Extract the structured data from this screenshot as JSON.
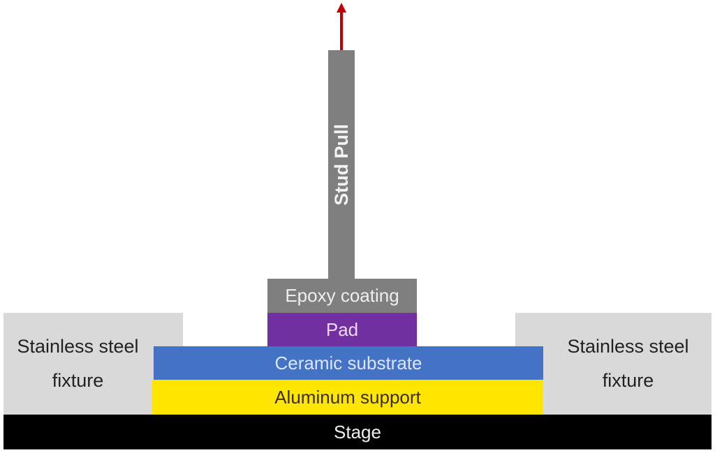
{
  "labels": {
    "stud": "Stud Pull",
    "epoxy": "Epoxy coating",
    "pad": "Pad",
    "fixture_left": "Stainless steel fixture",
    "fixture_right": "Stainless steel fixture",
    "ceramic": "Ceramic substrate",
    "aluminum": "Aluminum support",
    "stage": "Stage"
  },
  "colors": {
    "stud": "#7f7f7f",
    "pad": "#7030a0",
    "ceramic": "#4472c4",
    "aluminum": "#ffe600",
    "fixture": "#d9d9d9",
    "stage": "#000000",
    "arrow": "#c00000"
  }
}
